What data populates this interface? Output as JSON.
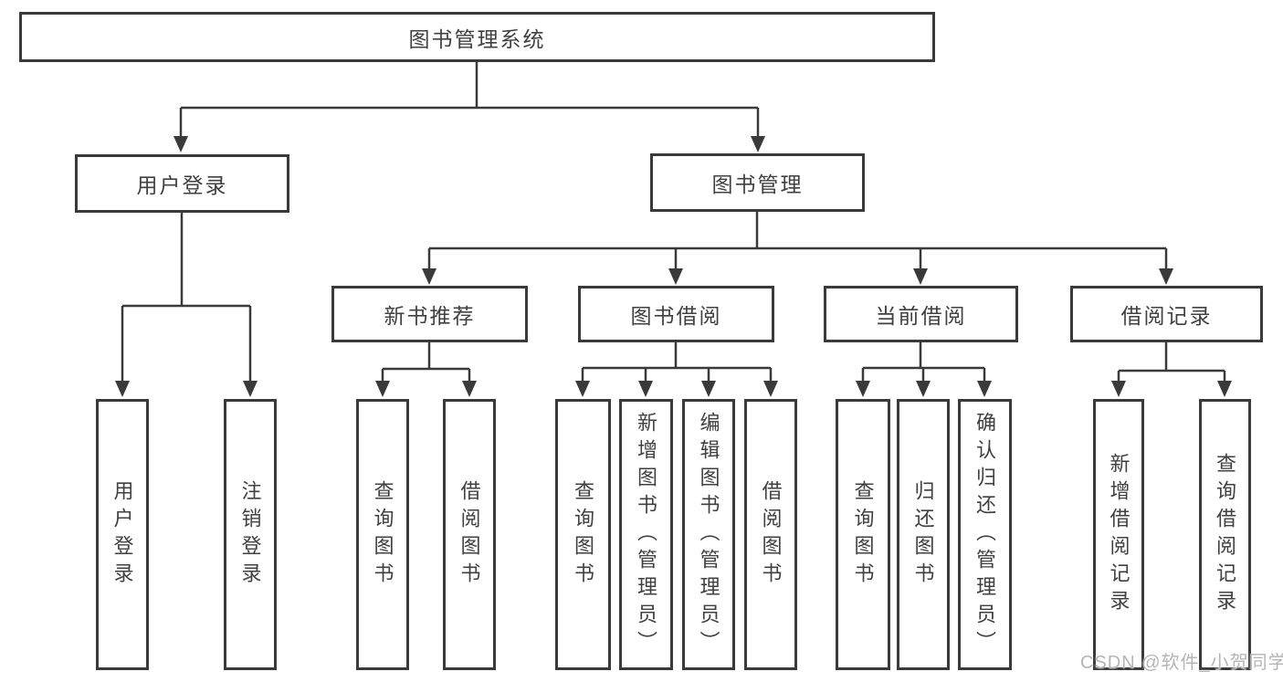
{
  "tree": {
    "label": "图书管理系统",
    "children": [
      {
        "label": "用户登录",
        "children": [
          {
            "label": "用户登录"
          },
          {
            "label": "注销登录"
          }
        ]
      },
      {
        "label": "图书管理",
        "children": [
          {
            "label": "新书推荐",
            "children": [
              {
                "label": "查询图书"
              },
              {
                "label": "借阅图书"
              }
            ]
          },
          {
            "label": "图书借阅",
            "children": [
              {
                "label": "查询图书"
              },
              {
                "label": "新增图书（管理员）"
              },
              {
                "label": "编辑图书（管理员）"
              },
              {
                "label": "借阅图书"
              }
            ]
          },
          {
            "label": "当前借阅",
            "children": [
              {
                "label": "查询图书"
              },
              {
                "label": "归还图书"
              },
              {
                "label": "确认归还（管理员）"
              }
            ]
          },
          {
            "label": "借阅记录",
            "children": [
              {
                "label": "新增借阅记录"
              },
              {
                "label": "查询借阅记录"
              }
            ]
          }
        ]
      }
    ]
  },
  "watermark": {
    "text": "CSDN @软件_小贺同学"
  },
  "colors": {
    "line": "#3a3a3a",
    "box_border": "#3a3a3a",
    "box_background": "#ffffff",
    "text": "#404040",
    "watermark": "#b5b5b5",
    "background": "#ffffff"
  }
}
